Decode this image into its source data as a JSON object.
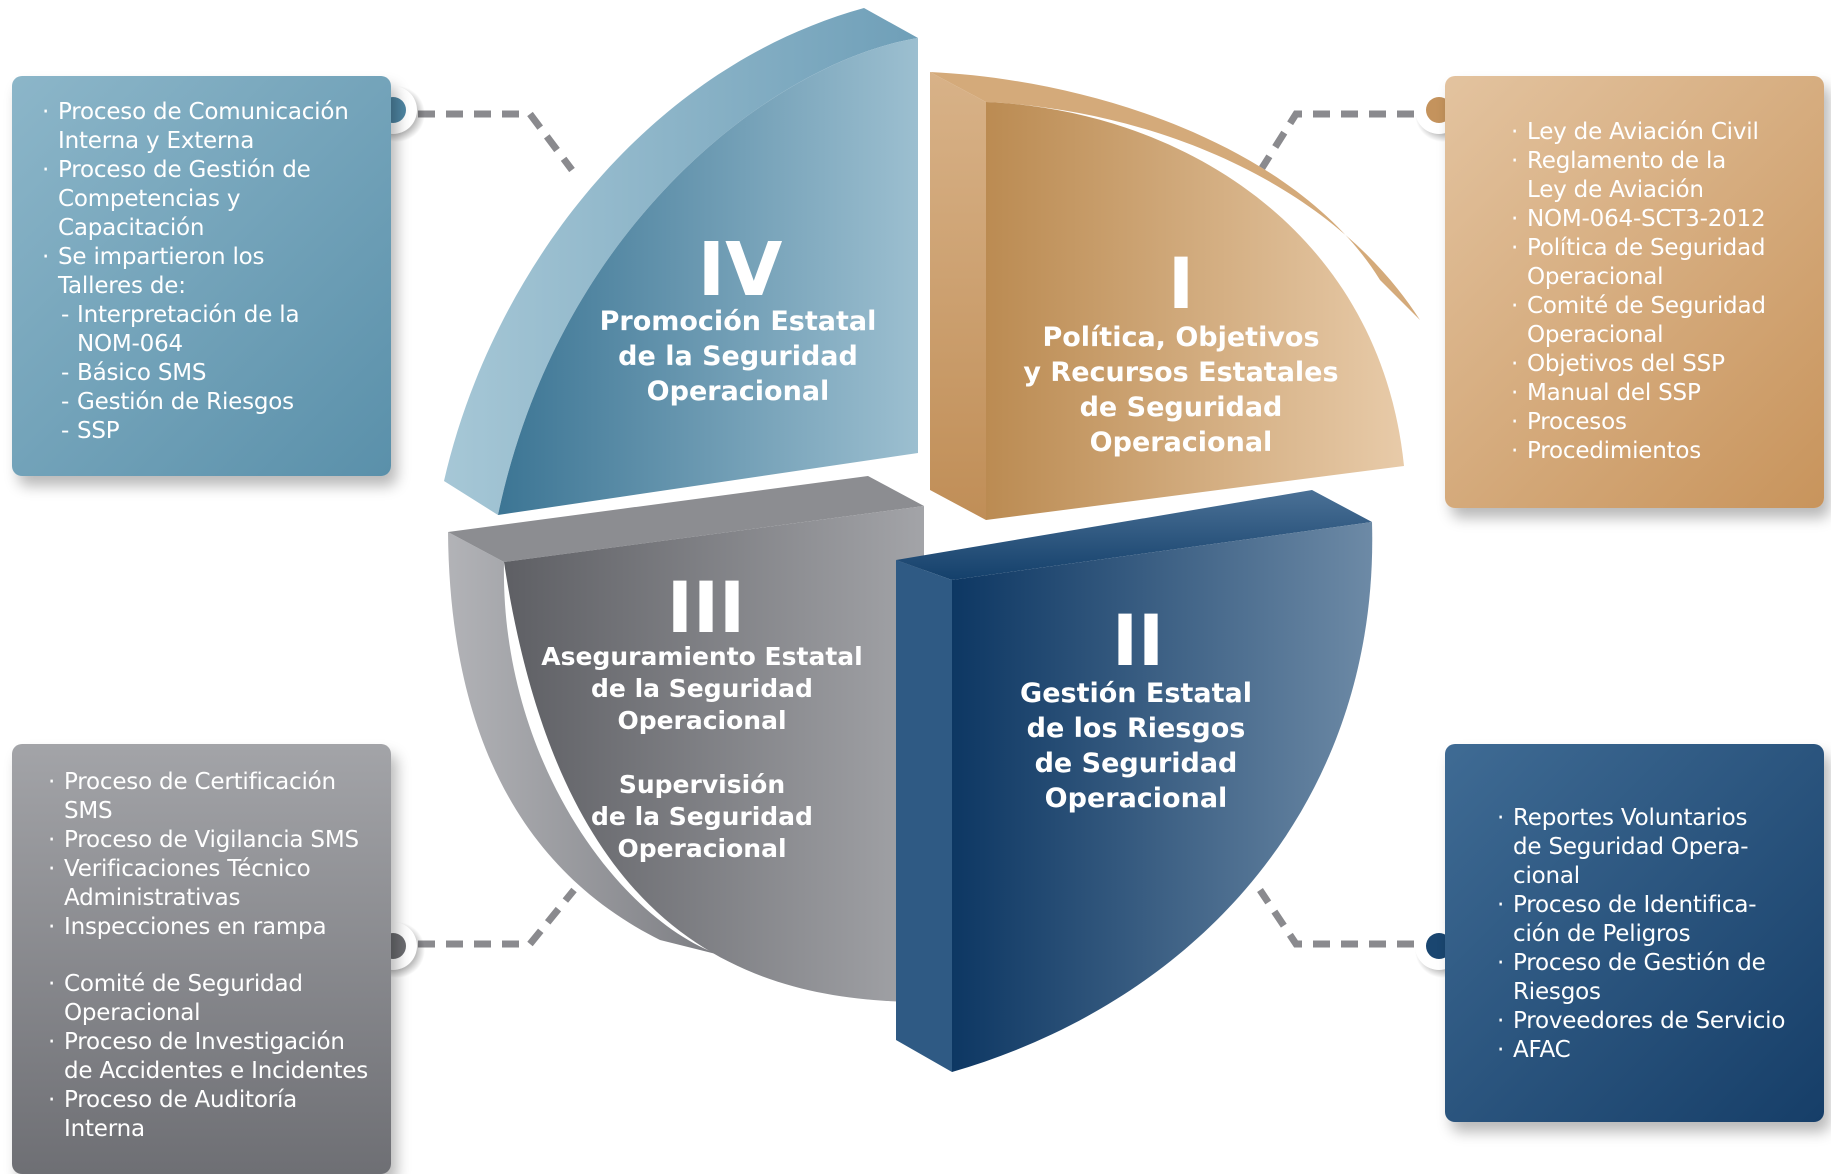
{
  "colors": {
    "blue_light": "#6a9cb5",
    "tan": "#c99a63",
    "gray": "#86878b",
    "navy": "#1f4d78"
  },
  "quadrants": {
    "iv": {
      "numeral": "IV",
      "title": [
        "Promoción Estatal",
        "de la Seguridad",
        "Operacional"
      ]
    },
    "i": {
      "numeral": "I",
      "title": [
        "Política, Objetivos",
        "y Recursos Estatales",
        "de Seguridad",
        "Operacional"
      ]
    },
    "iii": {
      "numeral": "III",
      "title": [
        "Aseguramiento Estatal",
        "de la Seguridad",
        "Operacional"
      ],
      "subtitle": [
        "Supervisión",
        "de la Seguridad",
        "Operacional"
      ]
    },
    "ii": {
      "numeral": "II",
      "title": [
        "Gestión Estatal",
        "de los Riesgos",
        "de Seguridad",
        "Operacional"
      ]
    }
  },
  "boxes": {
    "iv": [
      "Proceso de Comunicación\nInterna y Externa",
      "Proceso de Gestión de\nCompetencias y\nCapacitación",
      "Se impartieron los\nTalleres de:"
    ],
    "iv_sub": [
      "Interpretación de la\nNOM-064",
      "Básico SMS",
      "Gestión de Riesgos",
      "SSP"
    ],
    "i": [
      "Ley de Aviación Civil",
      "Reglamento de la\nLey de Aviación",
      "NOM-064-SCT3-2012",
      "Política de Seguridad\nOperacional",
      "Comité de Seguridad\nOperacional",
      "Objetivos del SSP",
      "Manual del SSP",
      "Procesos",
      "Procedimientos"
    ],
    "iii": [
      "Proceso de Certificación\nSMS",
      "Proceso de Vigilancia SMS",
      "Verificaciones Técnico\nAdministrativas",
      "Inspecciones en rampa"
    ],
    "iii_b": [
      "Comité de Seguridad\nOperacional",
      "Proceso de Investigación\nde Accidentes e Incidentes",
      "Proceso de Auditoría\nInterna"
    ],
    "ii": [
      "Reportes Voluntarios\nde Seguridad Opera-\ncional",
      "Proceso de Identifica-\nción de Peligros",
      "Proceso de Gestión de\nRiesgos",
      "Proveedores de Servicio",
      "AFAC"
    ]
  }
}
